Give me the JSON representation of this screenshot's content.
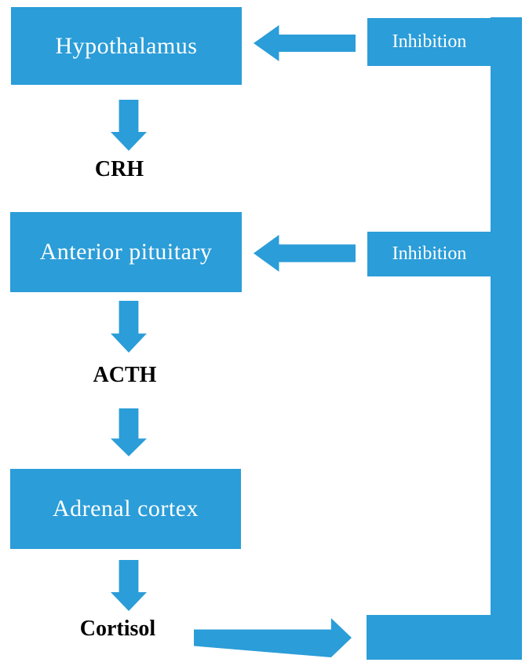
{
  "diagram": {
    "nodes": {
      "hypothalamus": {
        "label": "Hypothalamus"
      },
      "anterior_pituitary": {
        "label": "Anterior pituitary"
      },
      "adrenal_cortex": {
        "label": "Adrenal cortex"
      }
    },
    "hormones": {
      "crh": {
        "label": "CRH"
      },
      "acth": {
        "label": "ACTH"
      },
      "cortisol": {
        "label": "Cortisol"
      }
    },
    "feedback": {
      "inhibition_top": {
        "label": "Inhibition"
      },
      "inhibition_middle": {
        "label": "Inhibition"
      }
    },
    "arrows": [
      {
        "name": "hypothalamus-to-crh",
        "direction": "down"
      },
      {
        "name": "anterior-pituitary-to-acth",
        "direction": "down"
      },
      {
        "name": "acth-to-adrenal-cortex",
        "direction": "down"
      },
      {
        "name": "adrenal-cortex-to-cortisol",
        "direction": "down"
      },
      {
        "name": "cortisol-to-feedback-path",
        "direction": "right"
      },
      {
        "name": "feedback-to-hypothalamus",
        "direction": "left"
      },
      {
        "name": "feedback-to-anterior-pituitary",
        "direction": "left"
      }
    ],
    "colors": {
      "accent": "#2B9DD8",
      "box_text": "#FFFFFF",
      "label_text": "#000000",
      "background": "#FFFFFF"
    }
  }
}
